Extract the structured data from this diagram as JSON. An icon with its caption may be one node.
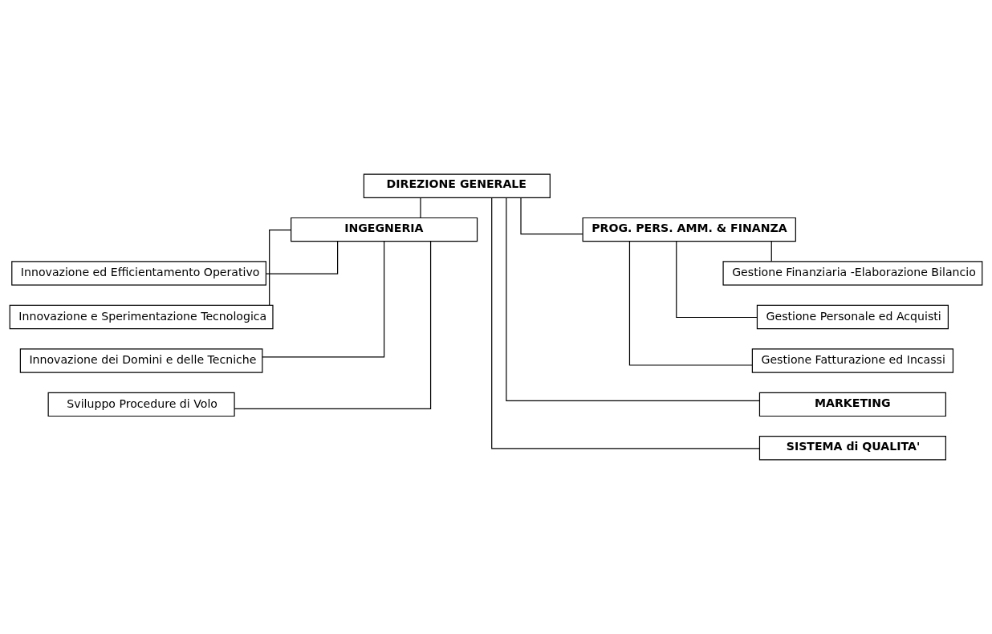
{
  "diagram": {
    "nodes": [
      {
        "text": [
          "DIREZIONE GENERALE"
        ]
      },
      {
        "text": [
          "PROG. PERS. AMM. & FINANZA"
        ]
      },
      {
        "text": [
          "INGEGNERIA"
        ]
      },
      {
        "text": [
          "Gestione Finanziaria -Elaborazione Bilancio"
        ]
      },
      {
        "text": [
          "Gestione Personale ed Acquisti"
        ]
      },
      {
        "text": [
          "Gestione Fatturazione ed Incassi"
        ]
      },
      {
        "text": [
          "Innovazione ed Efficientamento Operativo"
        ]
      },
      {
        "text": [
          "Innovazione e Sperimentazione Tecnologica"
        ]
      },
      {
        "text": [
          "Innovazione dei Domini e delle Tecniche"
        ]
      },
      {
        "text": [
          "Sviluppo Procedure di Volo"
        ]
      },
      {
        "text": [
          "MARKETING"
        ]
      },
      {
        "text": [
          "SISTEMA di QUALITA'"
        ]
      }
    ],
    "edges": [
      {
        "from": 0,
        "to": 1,
        "arrow": "none"
      },
      {
        "from": 0,
        "to": 2,
        "arrow": "none"
      },
      {
        "from": 0,
        "to": 10,
        "arrow": "none"
      },
      {
        "from": 0,
        "to": 11,
        "arrow": "none"
      },
      {
        "from": 1,
        "to": 3,
        "arrow": "none"
      },
      {
        "from": 1,
        "to": 4,
        "arrow": "none"
      },
      {
        "from": 1,
        "to": 5,
        "arrow": "none"
      },
      {
        "from": 2,
        "to": 6,
        "arrow": "none"
      },
      {
        "from": 2,
        "to": 7,
        "arrow": "none"
      },
      {
        "from": 2,
        "to": 8,
        "arrow": "none"
      },
      {
        "from": 2,
        "to": 9,
        "arrow": "none"
      }
    ]
  }
}
